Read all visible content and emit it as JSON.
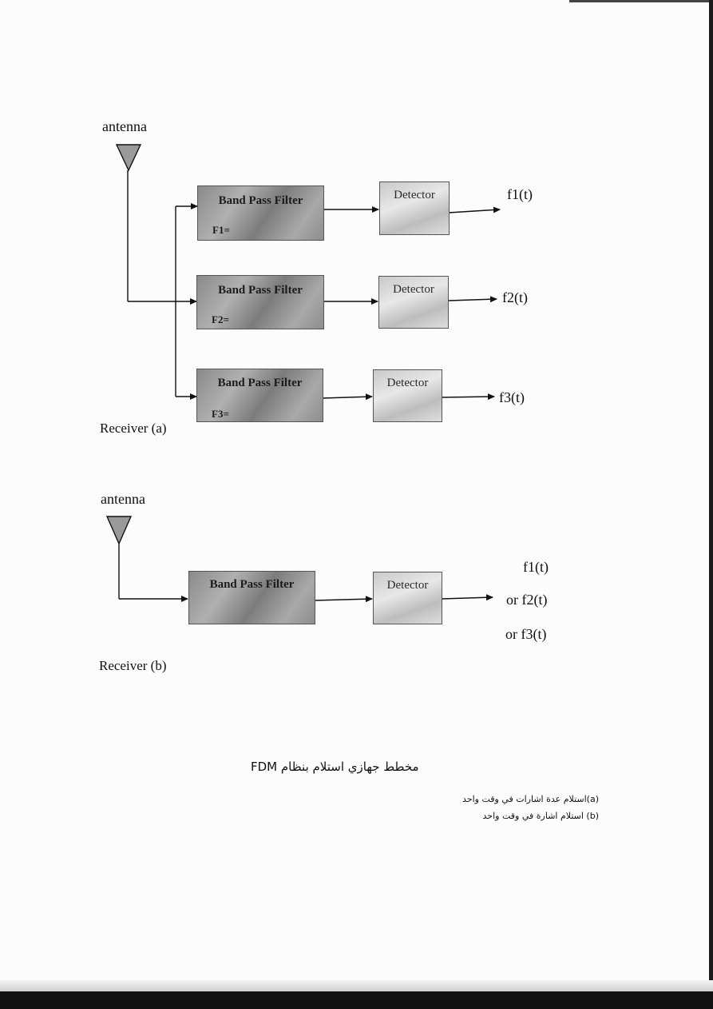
{
  "diagram_a": {
    "antenna_label": "antenna",
    "filters": [
      {
        "title": "Band Pass Filter",
        "sub": "F1="
      },
      {
        "title": "Band Pass Filter",
        "sub": "F2="
      },
      {
        "title": "Band Pass Filter",
        "sub": "F3="
      }
    ],
    "detectors": [
      "Detector",
      "Detector",
      "Detector"
    ],
    "outputs": [
      "f1(t)",
      "f2(t)",
      "f3(t)"
    ],
    "caption": "Receiver (a)"
  },
  "diagram_b": {
    "antenna_label": "antenna",
    "filter_title": "Band Pass Filter",
    "detector": "Detector",
    "outputs": [
      "f1(t)",
      "or f2(t)",
      "or f3(t)"
    ],
    "caption": "Receiver (b)"
  },
  "footer": {
    "title": "مخطط جهازي استلام بنظام  FDM",
    "note_a": "(a)استلام عدة اشارات في وقت واحد",
    "note_b": "(b) استلام اشارة في وقت واحد"
  }
}
